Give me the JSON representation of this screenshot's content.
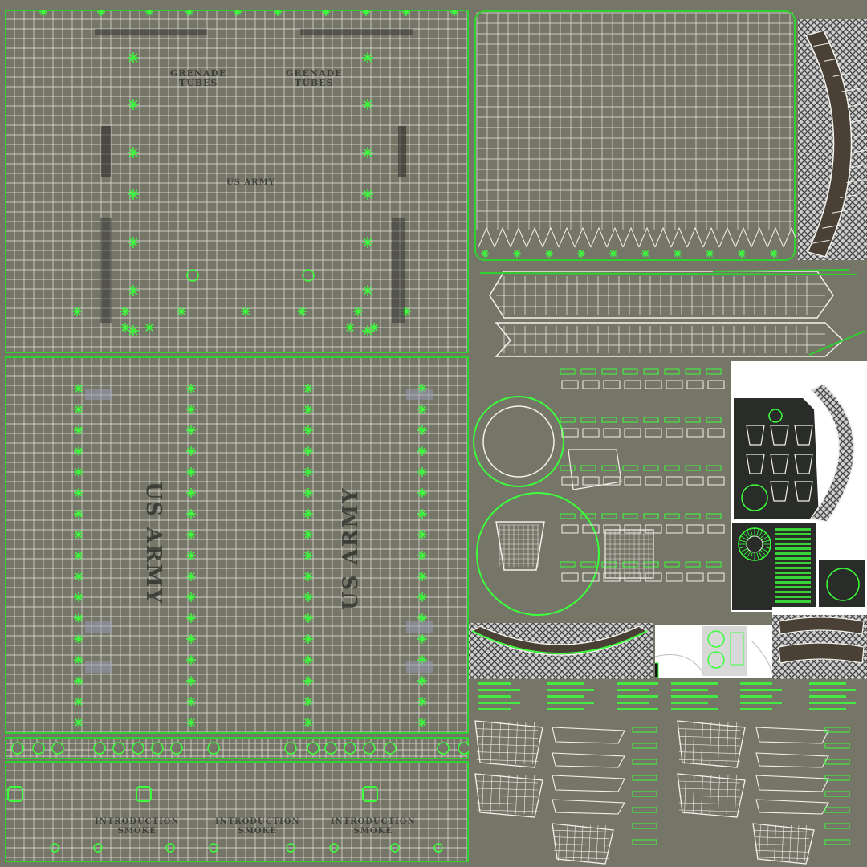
{
  "texture_sheet": {
    "colors": {
      "base": "#767668",
      "wire": "#f2f2ec",
      "seam": "#2fd02f",
      "seam_bright": "#3cff3c",
      "dark_panel": "#2a2c2a",
      "white_panel": "#ffffff",
      "mesh": "#4a4036"
    },
    "stencils": {
      "grenade_left": "GRENADE\nTUBES",
      "grenade_right": "GRENADE\nTUBES",
      "center_label": "US ARMY",
      "us_army_left": "US ARMY",
      "us_army_right": "US ARMY",
      "bottom_left": "INTRODUCTION\nSMOKE",
      "bottom_mid": "INTRODUCTION\nSMOKE",
      "bottom_right": "INTRODUCTION\nSMOKE"
    }
  }
}
